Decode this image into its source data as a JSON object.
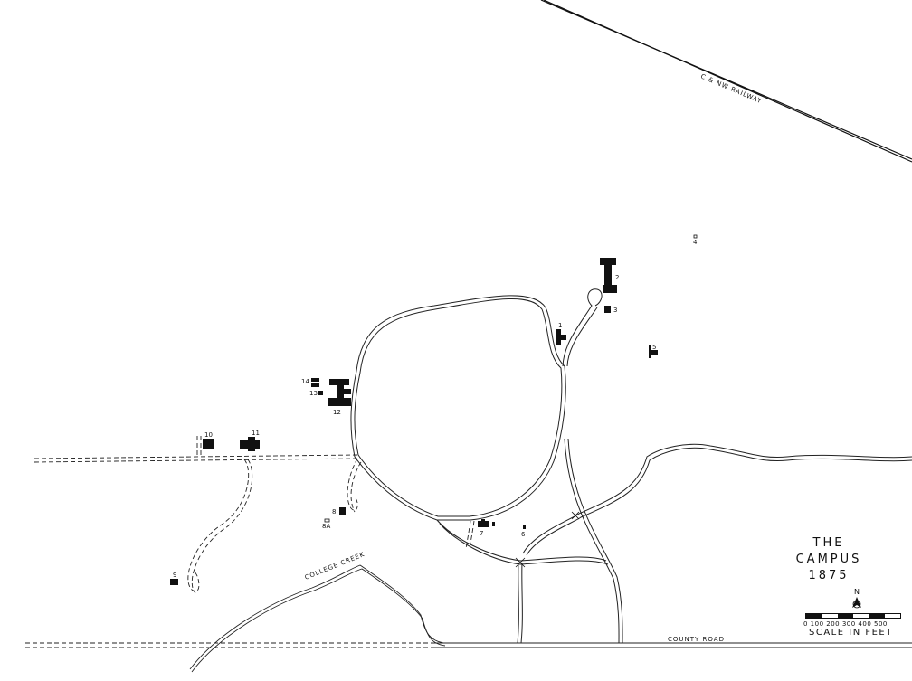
{
  "map": {
    "title": "THE   CAMPUS",
    "year": "1875",
    "railway_label": "C  &  NW  RAILWAY",
    "road_label": "COUNTY  ROAD",
    "creek_label": "COLLEGE  CREEK",
    "north_label": "N",
    "scale_ticks": "0  100 200  300  400 500",
    "scale_caption": "SCALE  IN  FEET",
    "buildings": [
      {
        "label": "1"
      },
      {
        "label": "2"
      },
      {
        "label": "3"
      },
      {
        "label": "4"
      },
      {
        "label": "5"
      },
      {
        "label": "6"
      },
      {
        "label": "7"
      },
      {
        "label": "8"
      },
      {
        "label": "8A"
      },
      {
        "label": "9"
      },
      {
        "label": "10"
      },
      {
        "label": "11"
      },
      {
        "label": "12"
      },
      {
        "label": "13"
      },
      {
        "label": "14"
      }
    ]
  }
}
